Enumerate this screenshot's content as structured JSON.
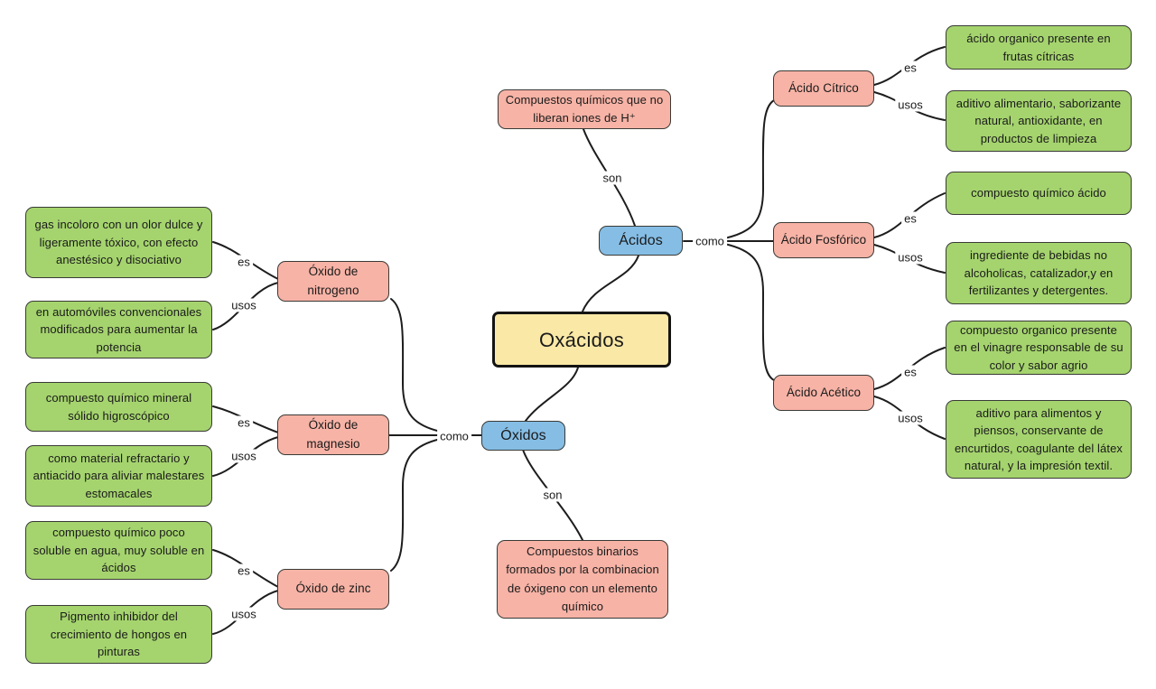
{
  "colors": {
    "pink": "#f7b3a6",
    "green": "#a5d46e",
    "blue": "#85bde5",
    "yellow": "#fae8a6",
    "border": "#3a3a36",
    "line": "#1d1d1d"
  },
  "root": {
    "label": "Oxácidos"
  },
  "edge_labels": {
    "son": "son",
    "como": "como",
    "es": "es",
    "usos": "usos"
  },
  "acidos": {
    "label": "Ácidos",
    "definition": "Compuestos químicos que no liberan iones de H⁺",
    "children": [
      {
        "label": "Ácido Cítrico",
        "es": "ácido organico presente en frutas cítricas",
        "usos": "aditivo alimentario, saborizante natural, antioxidante, en productos de limpieza"
      },
      {
        "label": "Ácido Fosfórico",
        "es": "compuesto químico ácido",
        "usos": "ingrediente de bebidas no alcoholicas, catalizador,y en fertilizantes y detergentes."
      },
      {
        "label": "Ácido Acético",
        "es": "compuesto organico presente en el vinagre responsable de su color y sabor agrio",
        "usos": "aditivo para alimentos y piensos, conservante de encurtidos, coagulante del látex natural, y la impresión textil."
      }
    ]
  },
  "oxidos": {
    "label": "Óxidos",
    "definition": "Compuestos binarios formados por la combinacion de óxigeno con un elemento químico",
    "children": [
      {
        "label": "Óxido de nitrogeno",
        "es": "gas incoloro con un olor dulce y ligeramente tóxico, con efecto anestésico y disociativo",
        "usos": "en automóviles convencionales modificados para aumentar la potencia"
      },
      {
        "label": "Óxido de magnesio",
        "es": "compuesto químico mineral sólido higroscópico",
        "usos": "como material refractario y antiacido para aliviar malestares estomacales"
      },
      {
        "label": "Óxido de zinc",
        "es": "compuesto químico poco soluble en agua, muy soluble en ácidos",
        "usos": "Pigmento inhibidor del crecimiento de hongos en pinturas"
      }
    ]
  }
}
